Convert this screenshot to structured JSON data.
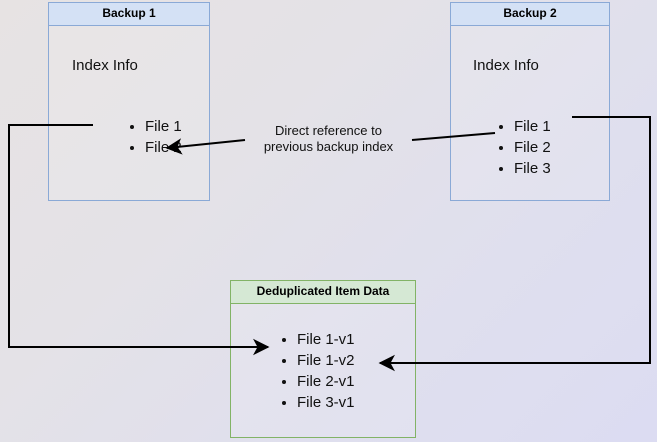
{
  "diagram": {
    "title_hidden": "",
    "colors": {
      "blue_border": "#8aa9d6",
      "blue_header_fill": "#d4e1f5",
      "green_border": "#82b366",
      "green_header_fill": "#d5e8d4",
      "wire": "#000000",
      "background_start": "#e7e3e3",
      "background_end": "#dcdcf2"
    },
    "nodes": {
      "backup1": {
        "header": "Backup 1",
        "section_label": "Index Info",
        "files": [
          "File 1",
          "File 2"
        ]
      },
      "backup2": {
        "header": "Backup 2",
        "section_label": "Index Info",
        "files": [
          "File 1",
          "File 2",
          "File 3"
        ]
      },
      "dedup": {
        "header": "Deduplicated Item Data",
        "files": [
          "File 1-v1",
          "File 1-v2",
          "File 2-v1",
          "File 3-v1"
        ]
      }
    },
    "edges": {
      "reference_label": "Direct reference to\nprevious backup index"
    }
  }
}
